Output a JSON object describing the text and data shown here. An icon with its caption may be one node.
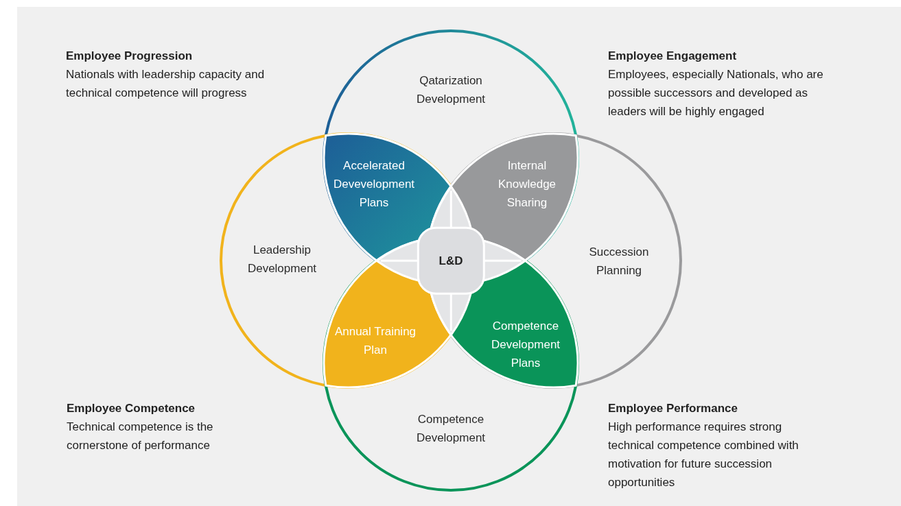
{
  "diagram": {
    "nodes": [
      {
        "text": [
          "Qatarization Development"
        ]
      },
      {
        "text": [
          "Leadership Development"
        ]
      },
      {
        "text": [
          "Succession Planning"
        ]
      },
      {
        "text": [
          "Competence Development"
        ]
      },
      {
        "text": [
          "Accelerated Devevelopment Plans"
        ]
      },
      {
        "text": [
          "Internal Knowledge Sharing"
        ]
      },
      {
        "text": [
          "L&D"
        ]
      },
      {
        "text": [
          "Annual Training Plan"
        ]
      },
      {
        "text": [
          "Competence Development Plans"
        ]
      }
    ],
    "labels": [
      "Employee Progression",
      "Nationals with leadership capacity and technical competence will progress",
      "Employee Engagement",
      "Employees, especially Nationals, who are possible successors and developed as leaders will be highly engaged",
      "Employee Competence",
      "Technical competence is the cornerstone of performance",
      "Employee Performance",
      "High performance requires strong technical competence combined with motivation for future succession opportunities"
    ]
  }
}
